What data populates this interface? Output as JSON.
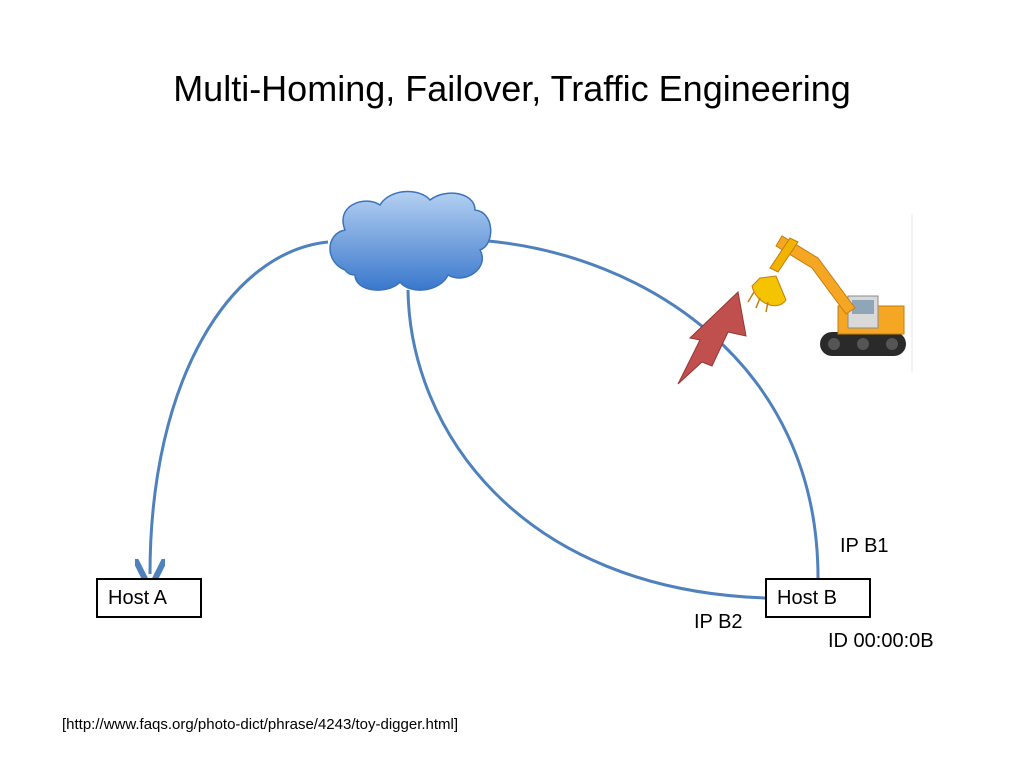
{
  "slide": {
    "title": "Multi-Homing, Failover, Traffic Engineering",
    "host_a": {
      "label": "Host A"
    },
    "host_b": {
      "label": "Host B",
      "ip1": "IP B1",
      "ip2": "IP B2",
      "id": "ID 00:00:0B"
    },
    "source_caption": "[http://www.faqs.org/photo-dict/phrase/4243/toy-digger.html]",
    "icons": [
      "cloud-icon",
      "lightning-bolt-icon",
      "excavator-image"
    ],
    "colors": {
      "link": "#4f81bd",
      "cloud_top": "#a9c8ee",
      "cloud_bottom": "#3f7fd0",
      "bolt": "#c0504d",
      "digger": "#f5a623"
    }
  }
}
